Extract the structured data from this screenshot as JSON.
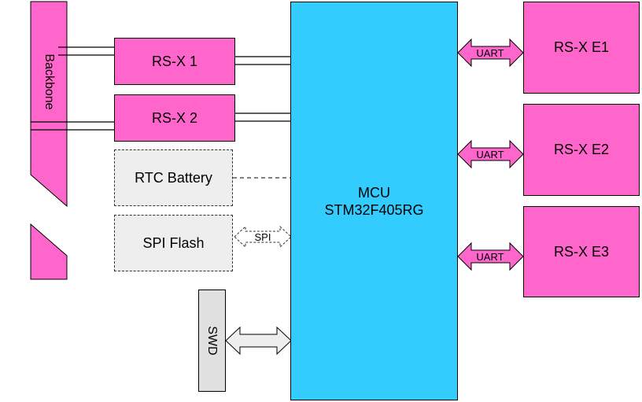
{
  "backbone": {
    "label": "Backbone"
  },
  "blocks": {
    "rsx1": "RS-X 1",
    "rsx2": "RS-X 2",
    "rtc": "RTC Battery",
    "spi_flash": "SPI Flash",
    "swd": "SWD",
    "mcu_line1": "MCU",
    "mcu_line2": "STM32F405RG",
    "e1": "RS-X E1",
    "e2": "RS-X E2",
    "e3": "RS-X E3"
  },
  "links": {
    "uart1": "UART",
    "uart2": "UART",
    "uart3": "UART",
    "spi": "SPI"
  },
  "colors": {
    "pink": "#ff66cc",
    "mcu_blue": "#33ccff",
    "grey": "#e0e0e0",
    "dashed_fill": "#eeeeee"
  }
}
